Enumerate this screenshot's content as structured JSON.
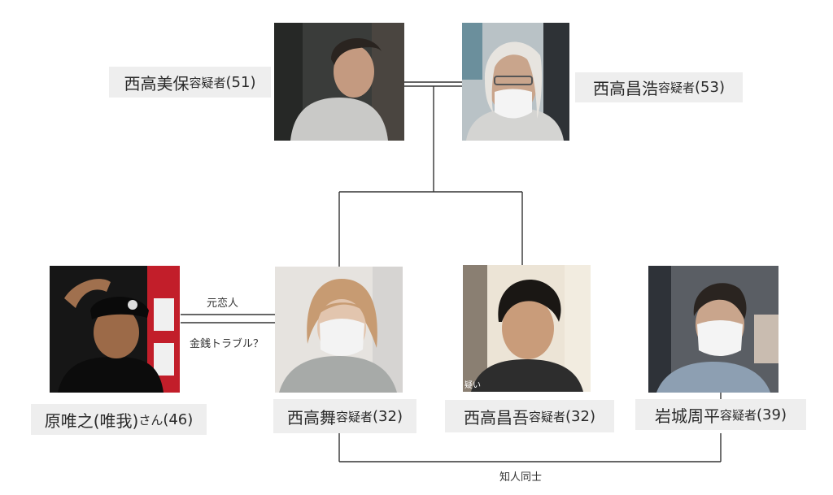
{
  "people": {
    "miho": {
      "name": "西高美保",
      "suffix": "容疑者",
      "age": "(51)"
    },
    "masahiro": {
      "name": "西高昌浩",
      "suffix": "容疑者",
      "age": "(53)"
    },
    "tadayuki": {
      "name": "原唯之(唯我)",
      "suffix": "さん",
      "age": "(46)"
    },
    "mai": {
      "name": "西高舞",
      "suffix": "容疑者",
      "age": "(32)"
    },
    "shogo": {
      "name": "西高昌吾",
      "suffix": "容疑者",
      "age": "(32)"
    },
    "shuhei": {
      "name": "岩城周平",
      "suffix": "容疑者",
      "age": "(39)"
    }
  },
  "relations": {
    "ex_lover": "元恋人",
    "money_trouble": "金銭トラブル？",
    "acquaintances": "知人同士"
  },
  "photo_caption": "疑い",
  "colors": {
    "line": "#333333",
    "label_bg": "#eeeeee",
    "mask": "#f2f2f2"
  }
}
